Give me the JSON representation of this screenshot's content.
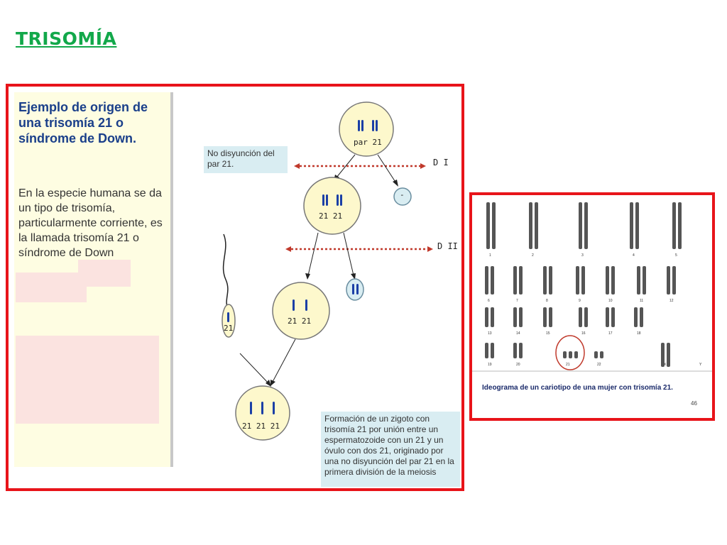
{
  "slide": {
    "title": "TRISOMÍA"
  },
  "left_panel": {
    "heading": "Ejemplo de origen de una trisomía 21 o síndrome de Down.",
    "body": "En la especie humana se da un tipo de trisomía, particularmente corriente, es la llamada trisomía 21 o síndrome de Down"
  },
  "diagram": {
    "nondisjunction_note": "No disyunción del par 21.",
    "cell_par21_label": "par 21",
    "cell_2121_label": "21 21",
    "empty_cell_label": "-",
    "di_label": "D I",
    "dii_label": "D II",
    "ovulo_label": "21 21",
    "sperm_label": "21",
    "zygote_label": "21 21 21",
    "formation_note": "Formación de un zigoto con trisomía 21 por unión entre un espermatozoide con un 21 y un óvulo con dos 21, originado por una no disyunción del par 21 en la primera división de la meiosis"
  },
  "karyotype": {
    "caption": "Ideograma de un cariotipo de una mujer con trisomía 21.",
    "page_number": "46",
    "row_labels": [
      [
        "1",
        "2",
        "3",
        "4",
        "5"
      ],
      [
        "6",
        "7",
        "8",
        "9",
        "10",
        "11",
        "12"
      ],
      [
        "13",
        "14",
        "15",
        "16",
        "17",
        "18"
      ],
      [
        "19",
        "20",
        "21",
        "22",
        "X",
        "Y"
      ]
    ]
  },
  "colors": {
    "title": "#12a84a",
    "frame": "#e8141a",
    "chromosome": "#1b3fa6",
    "arrow_dashed": "#c0392b"
  }
}
